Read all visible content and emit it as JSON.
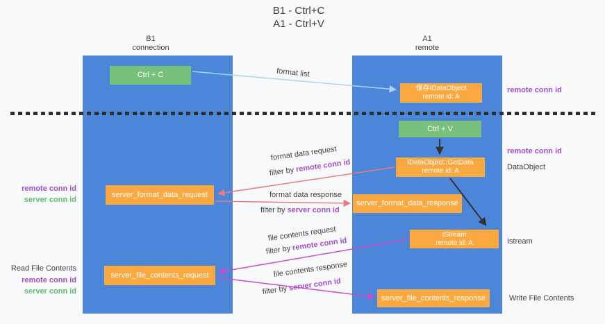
{
  "title": {
    "line1": "B1 - Ctrl+C",
    "line2": "A1 - Ctrl+V"
  },
  "columns": {
    "left": {
      "name": "B1",
      "role": "connection"
    },
    "right": {
      "name": "A1",
      "role": "remote"
    }
  },
  "nodes": {
    "ctrl_c": "Ctrl + C",
    "ctrl_v": "Ctrl + V",
    "save_dataobject": {
      "l1": "保存IDataObject",
      "l2": "remote id: A"
    },
    "getdata": {
      "l1": "IDataObject::GetData",
      "l2": "remote id: A"
    },
    "istream": {
      "l1": "IStream",
      "l2": "remote id: A"
    },
    "format_request": "server_format_data_request",
    "format_response": "server_format_data_response",
    "file_request": "server_file_contents_request",
    "file_response": "server_file_contents_response"
  },
  "legend": {
    "remote": "remote conn id",
    "server": "server conn id",
    "filter_by": "filter by "
  },
  "captions": {
    "format_list": "format list",
    "format_request": "format data request",
    "format_response": "format data response",
    "file_request": "file contents request",
    "file_response": "file contents response"
  },
  "side_labels": {
    "read_file": "Read File Contents",
    "write_file": "Write File Contents",
    "dataobject": "DataObject",
    "istream": "Istream"
  },
  "colors": {
    "column_blue": "#4c86d8",
    "box_green": "#77c17d",
    "box_orange": "#f9a940",
    "purple_text": "#a44fc8",
    "green_text": "#5ebd6e",
    "red_arrow": "#e97b7b",
    "magenta_arrow": "#c94ecb",
    "light_blue_arrow": "#aad5f2",
    "black_arrow": "#333333"
  }
}
